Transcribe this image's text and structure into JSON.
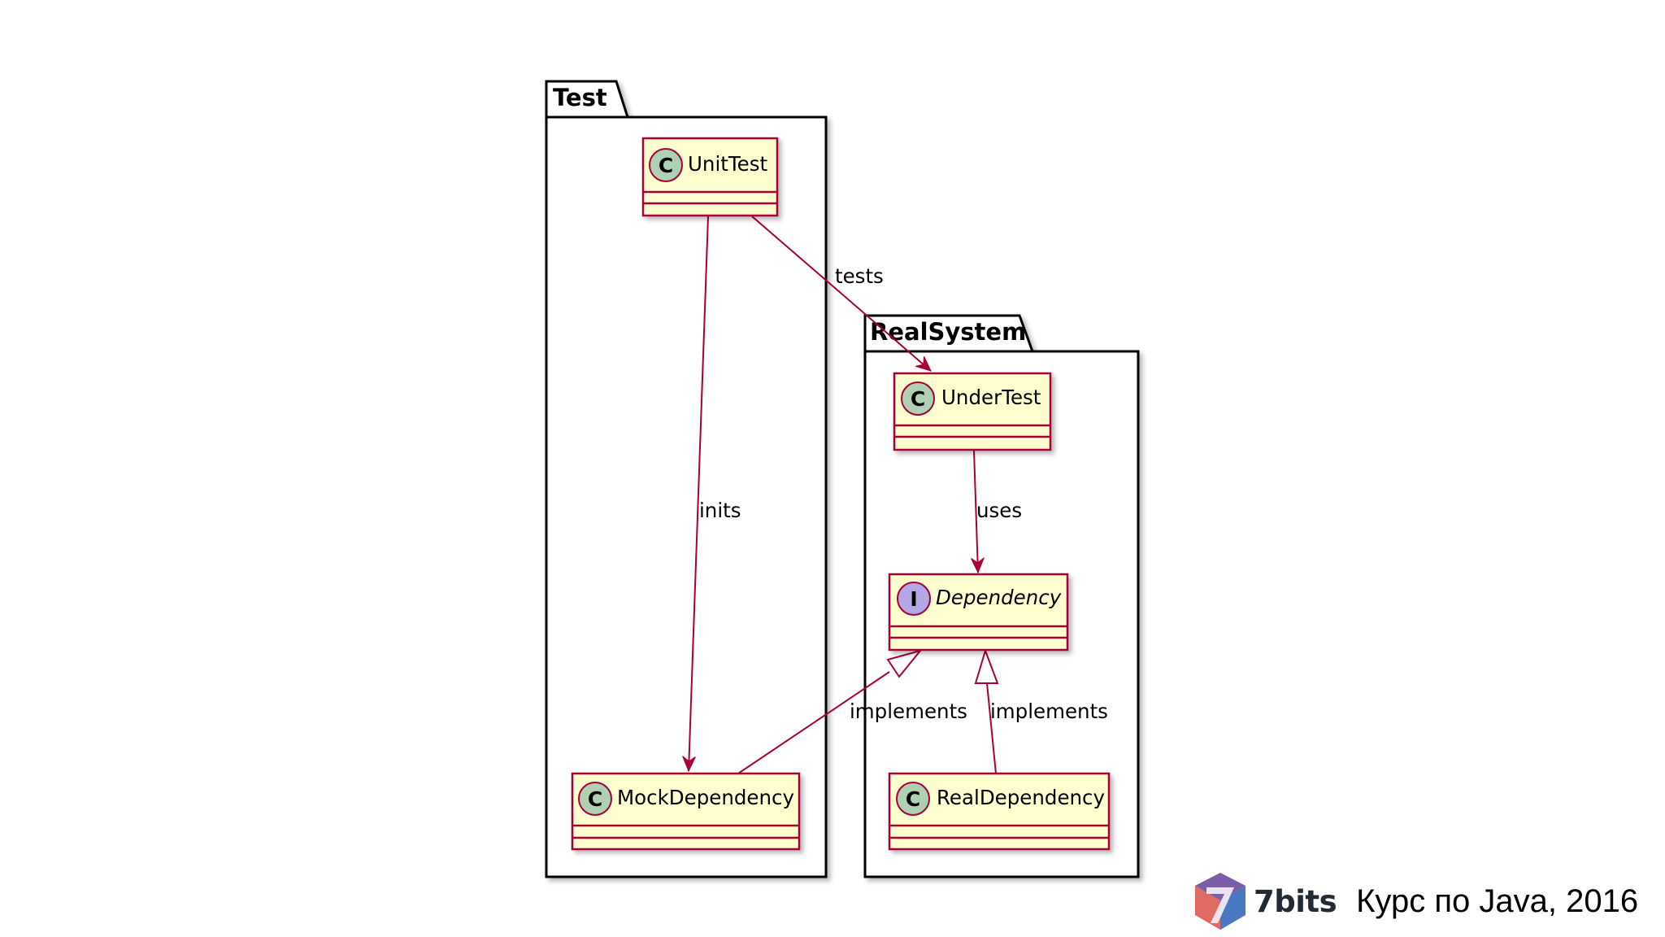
{
  "packages": {
    "test": {
      "label": "Test"
    },
    "real_system": {
      "label": "RealSystem"
    }
  },
  "classes": {
    "unit_test": {
      "name": "UnitTest",
      "stereotype": "C"
    },
    "mock_dependency": {
      "name": "MockDependency",
      "stereotype": "C"
    },
    "under_test": {
      "name": "UnderTest",
      "stereotype": "C"
    },
    "dependency": {
      "name": "Dependency",
      "stereotype": "I"
    },
    "real_dependency": {
      "name": "RealDependency",
      "stereotype": "C"
    }
  },
  "relations": {
    "tests": "tests",
    "inits": "inits",
    "uses": "uses",
    "mock_implements": "implements",
    "real_implements": "implements"
  },
  "footer": {
    "brand": "7bits",
    "course": "Курс по Java, 2016"
  },
  "colors": {
    "class_fill": "#fefece",
    "class_border": "#a80036",
    "class_badge": "#add1b2",
    "interface_badge": "#b4a7e5",
    "edge": "#a80036",
    "package_border": "#000000"
  }
}
